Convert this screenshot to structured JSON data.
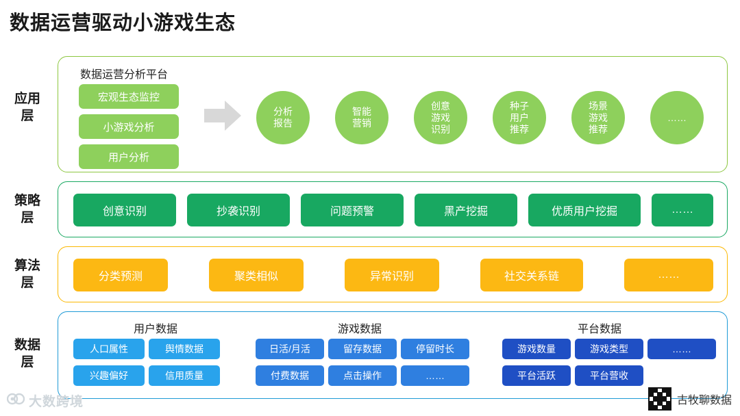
{
  "title": "数据运营驱动小游戏生态",
  "layers": {
    "application": {
      "label": "应用层",
      "caption": "数据运营分析平台",
      "buttons": [
        "宏观生态监控",
        "小游戏分析",
        "用户分析"
      ],
      "arrow_icon": "right-arrow-icon",
      "circles": [
        {
          "lines": [
            "分析",
            "报告"
          ]
        },
        {
          "lines": [
            "智能",
            "营销"
          ]
        },
        {
          "lines": [
            "创意",
            "游戏",
            "识别"
          ]
        },
        {
          "lines": [
            "种子",
            "用户",
            "推荐"
          ]
        },
        {
          "lines": [
            "场景",
            "游戏",
            "推荐"
          ]
        },
        {
          "lines": [
            "……"
          ]
        }
      ],
      "color": "#8ed05c",
      "border_color": "#8cc63f"
    },
    "strategy": {
      "label": "策略层",
      "items": [
        "创意识别",
        "抄袭识别",
        "问题预警",
        "黑产挖掘",
        "优质用户挖掘",
        "……"
      ],
      "color": "#18a861",
      "border_color": "#18a861"
    },
    "algorithm": {
      "label": "算法层",
      "items": [
        "分类预测",
        "聚类相似",
        "异常识别",
        "社交关系链",
        "……"
      ],
      "color": "#fcb813",
      "border_color": "#fbb800"
    },
    "data": {
      "label": "数据层",
      "border_color": "#1e9ad6",
      "groups": [
        {
          "title": "用户数据",
          "row1": [
            "人口属性",
            "舆情数据"
          ],
          "row2": [
            "兴趣偏好",
            "信用质量"
          ],
          "color": "#29a3ec"
        },
        {
          "title": "游戏数据",
          "row1": [
            "日活/月活",
            "留存数据",
            "停留时长"
          ],
          "row2": [
            "付费数据",
            "点击操作",
            "……"
          ],
          "color": "#2f7fe0"
        },
        {
          "title": "平台数据",
          "row1": [
            "游戏数量",
            "游戏类型",
            "……"
          ],
          "row2": [
            "平台活跃",
            "平台营收"
          ],
          "color": "#1f4fc4"
        }
      ]
    }
  },
  "watermarks": {
    "left_text": "大数跨境",
    "left_icon": "logo-icon",
    "right_text": "古牧聊数据",
    "right_icon": "qr-code-icon"
  }
}
